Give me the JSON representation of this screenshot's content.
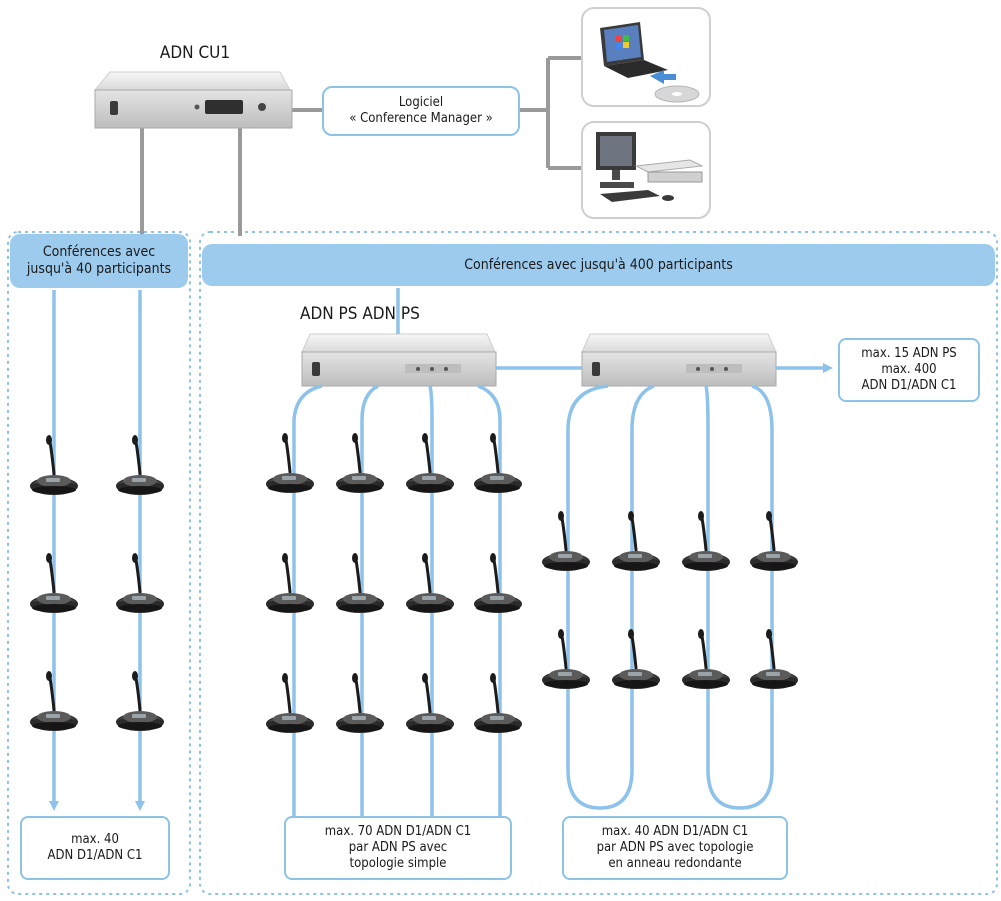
{
  "cu_label": "ADN CU1",
  "software_label": "Logiciel\n« Conference Manager »",
  "left_section_label": "Conférences avec\njusqu'à 40 participants",
  "right_section_label": "Conférences avec jusqu'à 400 participants",
  "ps_label": "ADN PS ADN PS",
  "expansion_label": "max. 15 ADN PS\nmax. 400\nADN D1/ADN C1",
  "left_max_label": "max. 40\nADN D1/ADN C1",
  "simple_topology_label": "max. 70 ADN D1/ADN C1\npar ADN PS avec\ntopologie simple",
  "ring_topology_label": "max. 40 ADN D1/ADN C1\npar ADN PS avec topologie\nen anneau redondante",
  "icons": {
    "laptop": "laptop-icon",
    "desktop": "desktop-computer-icon",
    "cd": "cd-disc-icon",
    "microphone_unit": "conference-microphone-icon",
    "control_unit": "control-unit-device-icon",
    "power_supply": "power-supply-device-icon"
  },
  "colors": {
    "line": "#8dc2ea",
    "band": "#9dcbee",
    "box_border": "#8cc4e6",
    "device": "#e8e8e8",
    "cable_gray": "#9a9a9a"
  }
}
